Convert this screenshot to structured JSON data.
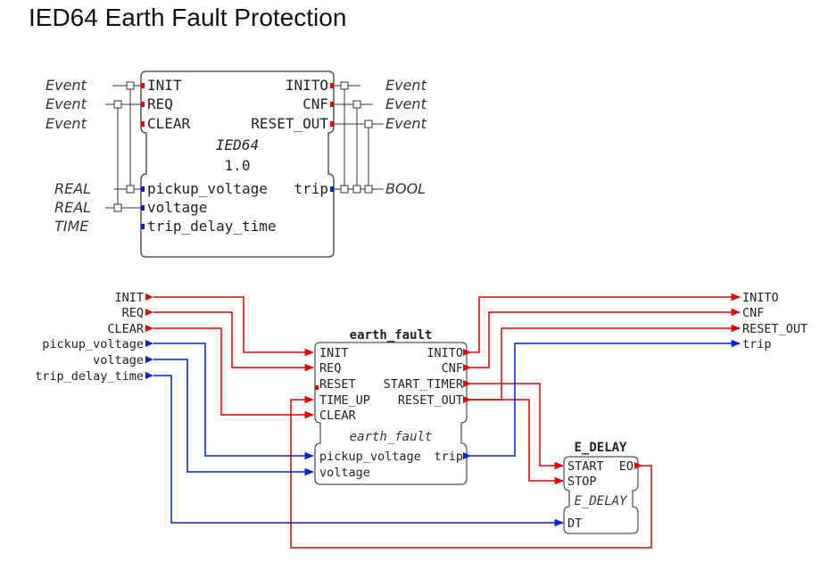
{
  "title": "IED64 Earth Fault Protection",
  "colors": {
    "event": "#e00000",
    "data": "#0022cc",
    "box": "#555555",
    "text": "#222222"
  },
  "interface": {
    "name": "IED64",
    "version": "1.0",
    "event_inputs": [
      "INIT",
      "REQ",
      "CLEAR"
    ],
    "event_outputs": [
      "INITO",
      "CNF",
      "RESET_OUT"
    ],
    "data_inputs": [
      "pickup_voltage",
      "voltage",
      "trip_delay_time"
    ],
    "data_outputs": [
      "trip"
    ],
    "input_types": [
      "Event",
      "Event",
      "Event",
      "REAL",
      "REAL",
      "TIME"
    ],
    "output_types": [
      "Event",
      "Event",
      "Event",
      "BOOL"
    ]
  },
  "network": {
    "inputs": [
      "INIT",
      "REQ",
      "CLEAR",
      "pickup_voltage",
      "voltage",
      "trip_delay_time"
    ],
    "outputs": [
      "INITO",
      "CNF",
      "RESET_OUT",
      "trip"
    ],
    "earth_fault": {
      "instance": "earth_fault",
      "type": "earth_fault",
      "event_inputs": [
        "INIT",
        "REQ",
        "RESET",
        "TIME_UP",
        "CLEAR"
      ],
      "event_outputs": [
        "INITO",
        "CNF",
        "START_TIMER",
        "RESET_OUT"
      ],
      "data_inputs": [
        "pickup_voltage",
        "voltage"
      ],
      "data_outputs": [
        "trip"
      ]
    },
    "e_delay": {
      "instance": "E_DELAY",
      "type": "E_DELAY",
      "event_inputs": [
        "START",
        "STOP"
      ],
      "event_outputs": [
        "EO"
      ],
      "data_inputs": [
        "DT"
      ]
    }
  }
}
